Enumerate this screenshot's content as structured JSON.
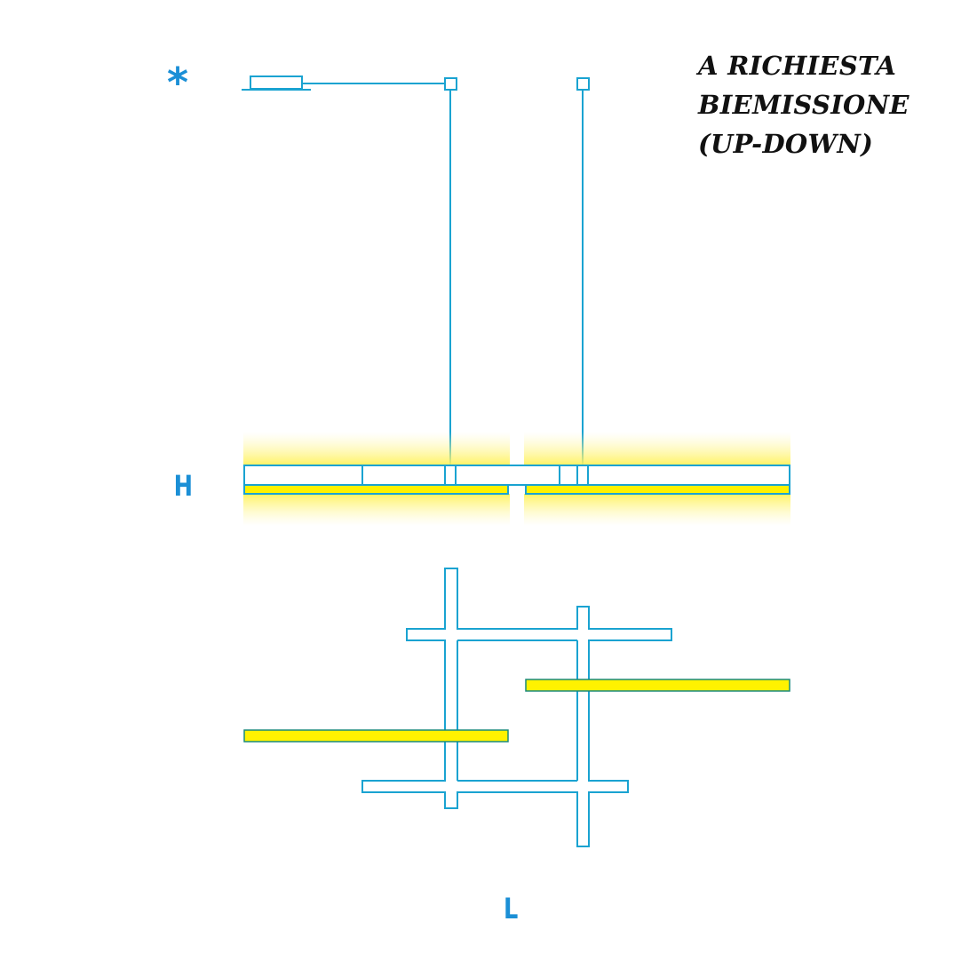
{
  "labels": {
    "asterisk": "*",
    "height": "H",
    "length": "L"
  },
  "note": {
    "lines": [
      "A RICHIESTA",
      "BIEMISSIONE",
      "(UP-DOWN)"
    ]
  },
  "colors": {
    "outline": "#1aa3d1",
    "label": "#1b8fd6",
    "led": "#fff200",
    "glow": "#fff9a8",
    "text": "#111111"
  }
}
